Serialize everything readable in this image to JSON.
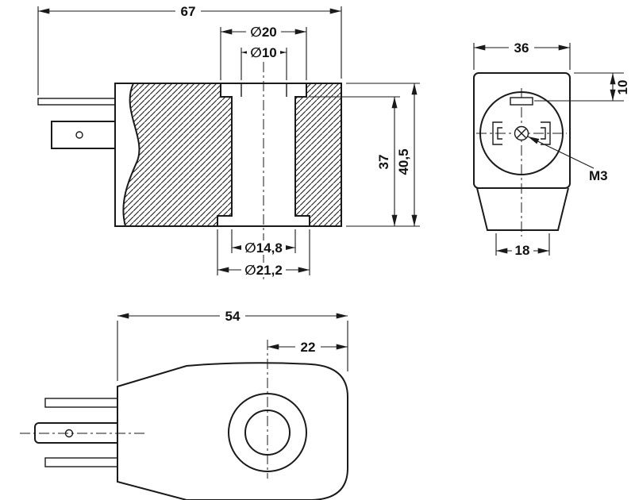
{
  "colors": {
    "line": "#1a1a1a",
    "background": "#ffffff",
    "text": "#111111"
  },
  "section_view": {
    "dim_overall_length": "67",
    "dim_top_counterbore_dia": "∅20",
    "dim_top_bore_dia": "∅10",
    "dim_inner_height": "37",
    "dim_overall_height": "40,5",
    "dim_bore_dia": "∅14,8",
    "dim_bottom_counterbore_dia": "∅21,2"
  },
  "end_view": {
    "dim_width": "36",
    "dim_key_offset": "10",
    "thread_label": "M3",
    "dim_base_width": "18"
  },
  "side_view": {
    "dim_overall_length": "54",
    "dim_boss_center_offset": "22"
  }
}
